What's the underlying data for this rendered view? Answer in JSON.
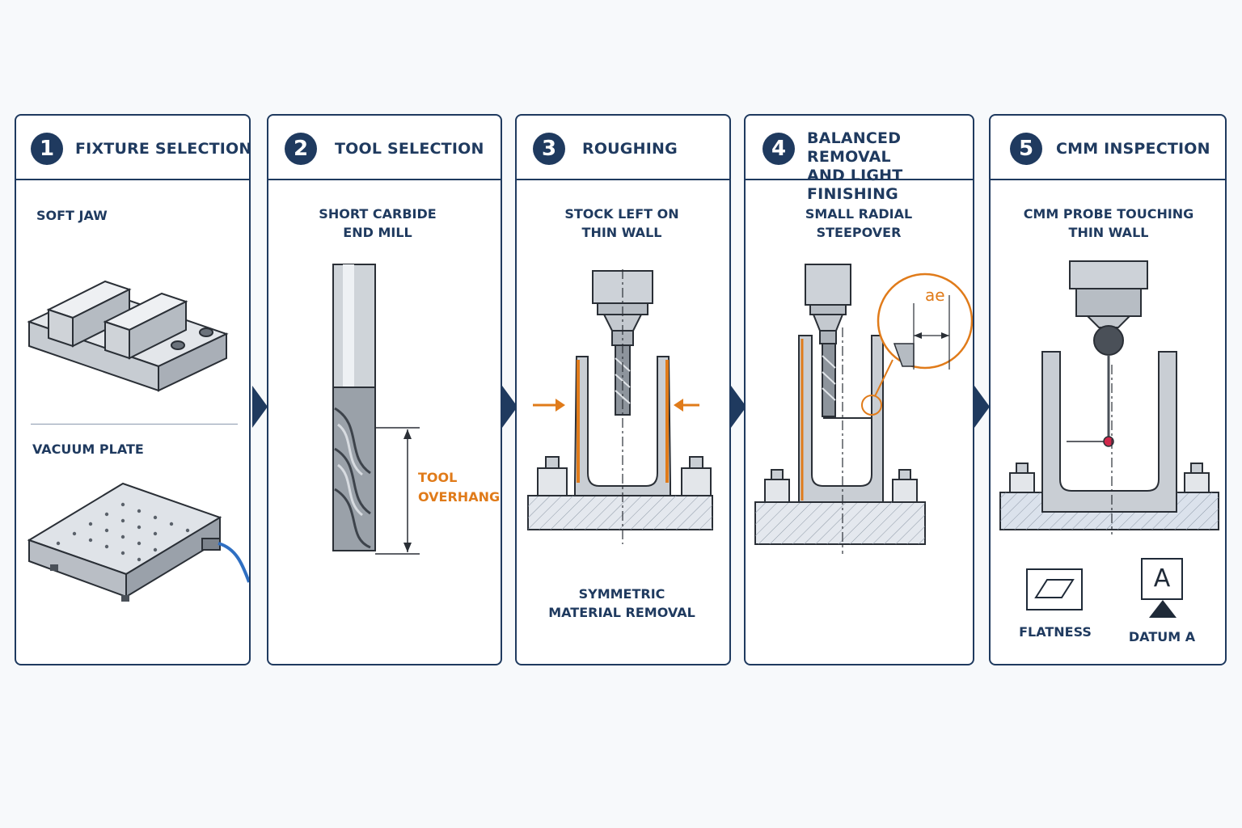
{
  "steps": [
    {
      "number": "1",
      "title": "FIXTURE SELECTION"
    },
    {
      "number": "2",
      "title": "TOOL SELECTION"
    },
    {
      "number": "3",
      "title": "ROUGHING"
    },
    {
      "number": "4",
      "title": "BALANCED REMOVAL\nAND LIGHT FINISHING"
    },
    {
      "number": "5",
      "title": "CMM INSPECTION"
    }
  ],
  "panel1": {
    "soft_jaw_label": "SOFT JAW",
    "vacuum_plate_label": "VACUUM PLATE"
  },
  "panel2": {
    "caption": "SHORT CARBIDE\nEND MILL",
    "overhang_label": "TOOL\nOVERHANG"
  },
  "panel3": {
    "caption": "STOCK LEFT ON\nTHIN WALL",
    "bottom_caption": "SYMMETRIC\nMATERIAL REMOVAL"
  },
  "panel4": {
    "caption": "SMALL RADIAL\nSTEEPOVER",
    "ae_label": "ae"
  },
  "panel5": {
    "caption": "CMM PROBE TOUCHING\nTHIN WALL",
    "flatness_label": "FLATNESS",
    "datum_letter": "A",
    "datum_label": "DATUM A"
  },
  "colors": {
    "navy": "#1f3a5f",
    "orange": "#e07b1a",
    "steel": "#c9ced4",
    "probe_tip": "#d0284b"
  }
}
